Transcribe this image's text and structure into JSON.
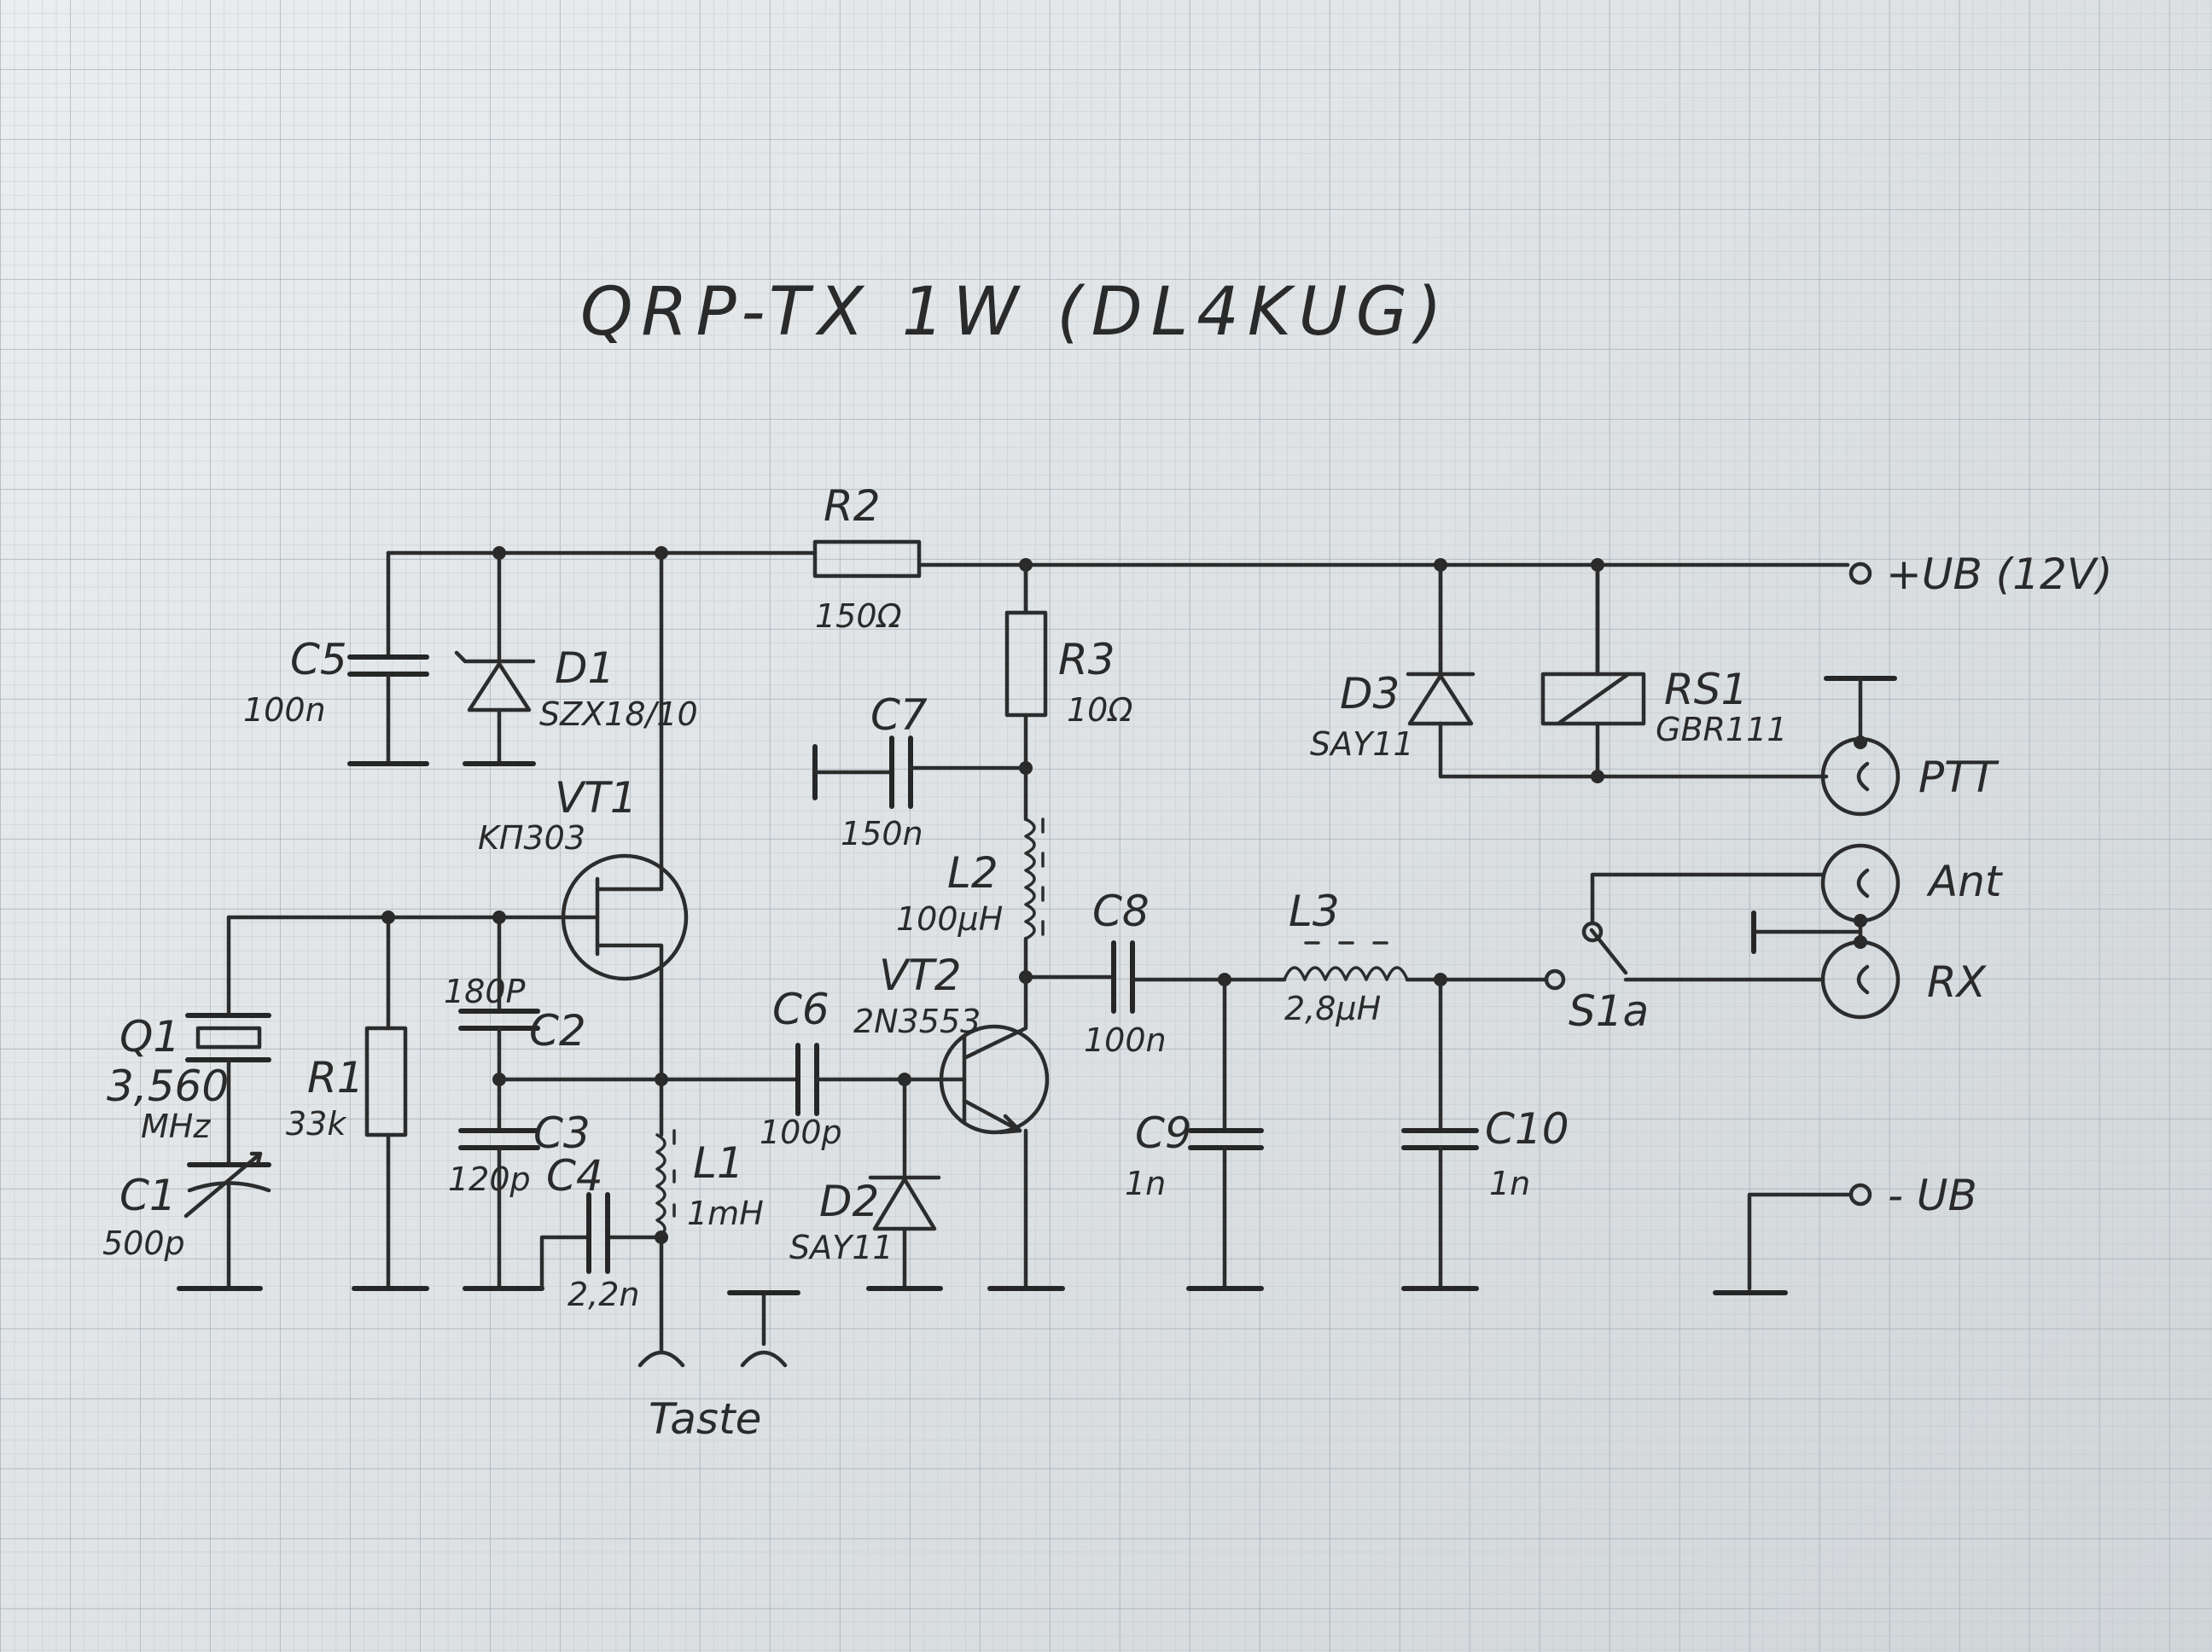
{
  "title": "QRP-TX 1W (DL4KUG)",
  "components": {
    "R2": {
      "name": "R2",
      "value": "150Ω"
    },
    "R3": {
      "name": "R3",
      "value": "10Ω"
    },
    "R1": {
      "name": "R1",
      "value": "33k"
    },
    "C5": {
      "name": "C5",
      "value": "100n"
    },
    "D1": {
      "name": "D1",
      "value": "SZX18/10"
    },
    "VT1": {
      "name": "VT1",
      "value": "KП303"
    },
    "C7": {
      "name": "C7",
      "value": "150n"
    },
    "L2": {
      "name": "L2",
      "value": "100µH"
    },
    "VT2": {
      "name": "VT2",
      "value": "2N3553"
    },
    "C8": {
      "name": "C8",
      "value": "100n"
    },
    "L3": {
      "name": "L3",
      "value": "2,8µH"
    },
    "C2": {
      "name": "C2",
      "value": "180P"
    },
    "C3": {
      "name": "C3",
      "value": "120p"
    },
    "C4": {
      "name": "C4",
      "value": "2,2n"
    },
    "L1": {
      "name": "L1",
      "value": "1mH"
    },
    "C6": {
      "name": "C6",
      "value": "100p"
    },
    "D2": {
      "name": "D2",
      "value": "SAY11"
    },
    "Q1": {
      "name": "Q1",
      "value": "3,560",
      "unit": "MHz"
    },
    "C1": {
      "name": "C1",
      "value": "500p"
    },
    "C9": {
      "name": "C9",
      "value": "1n"
    },
    "C10": {
      "name": "C10",
      "value": "1n"
    },
    "D3": {
      "name": "D3",
      "value": "SAY11"
    },
    "RS1": {
      "name": "RS1",
      "value": "GBR111"
    },
    "S1a": {
      "name": "S1a"
    }
  },
  "terminals": {
    "supply_plus": "+UB (12V)",
    "supply_minus": "- UB",
    "ptt": "PTT",
    "ant": "Ant",
    "rx": "RX",
    "key": "Taste"
  },
  "colors": {
    "ink": "#2c2c2c",
    "paper": "#e4e8ea",
    "grid": "#a0acb4"
  }
}
